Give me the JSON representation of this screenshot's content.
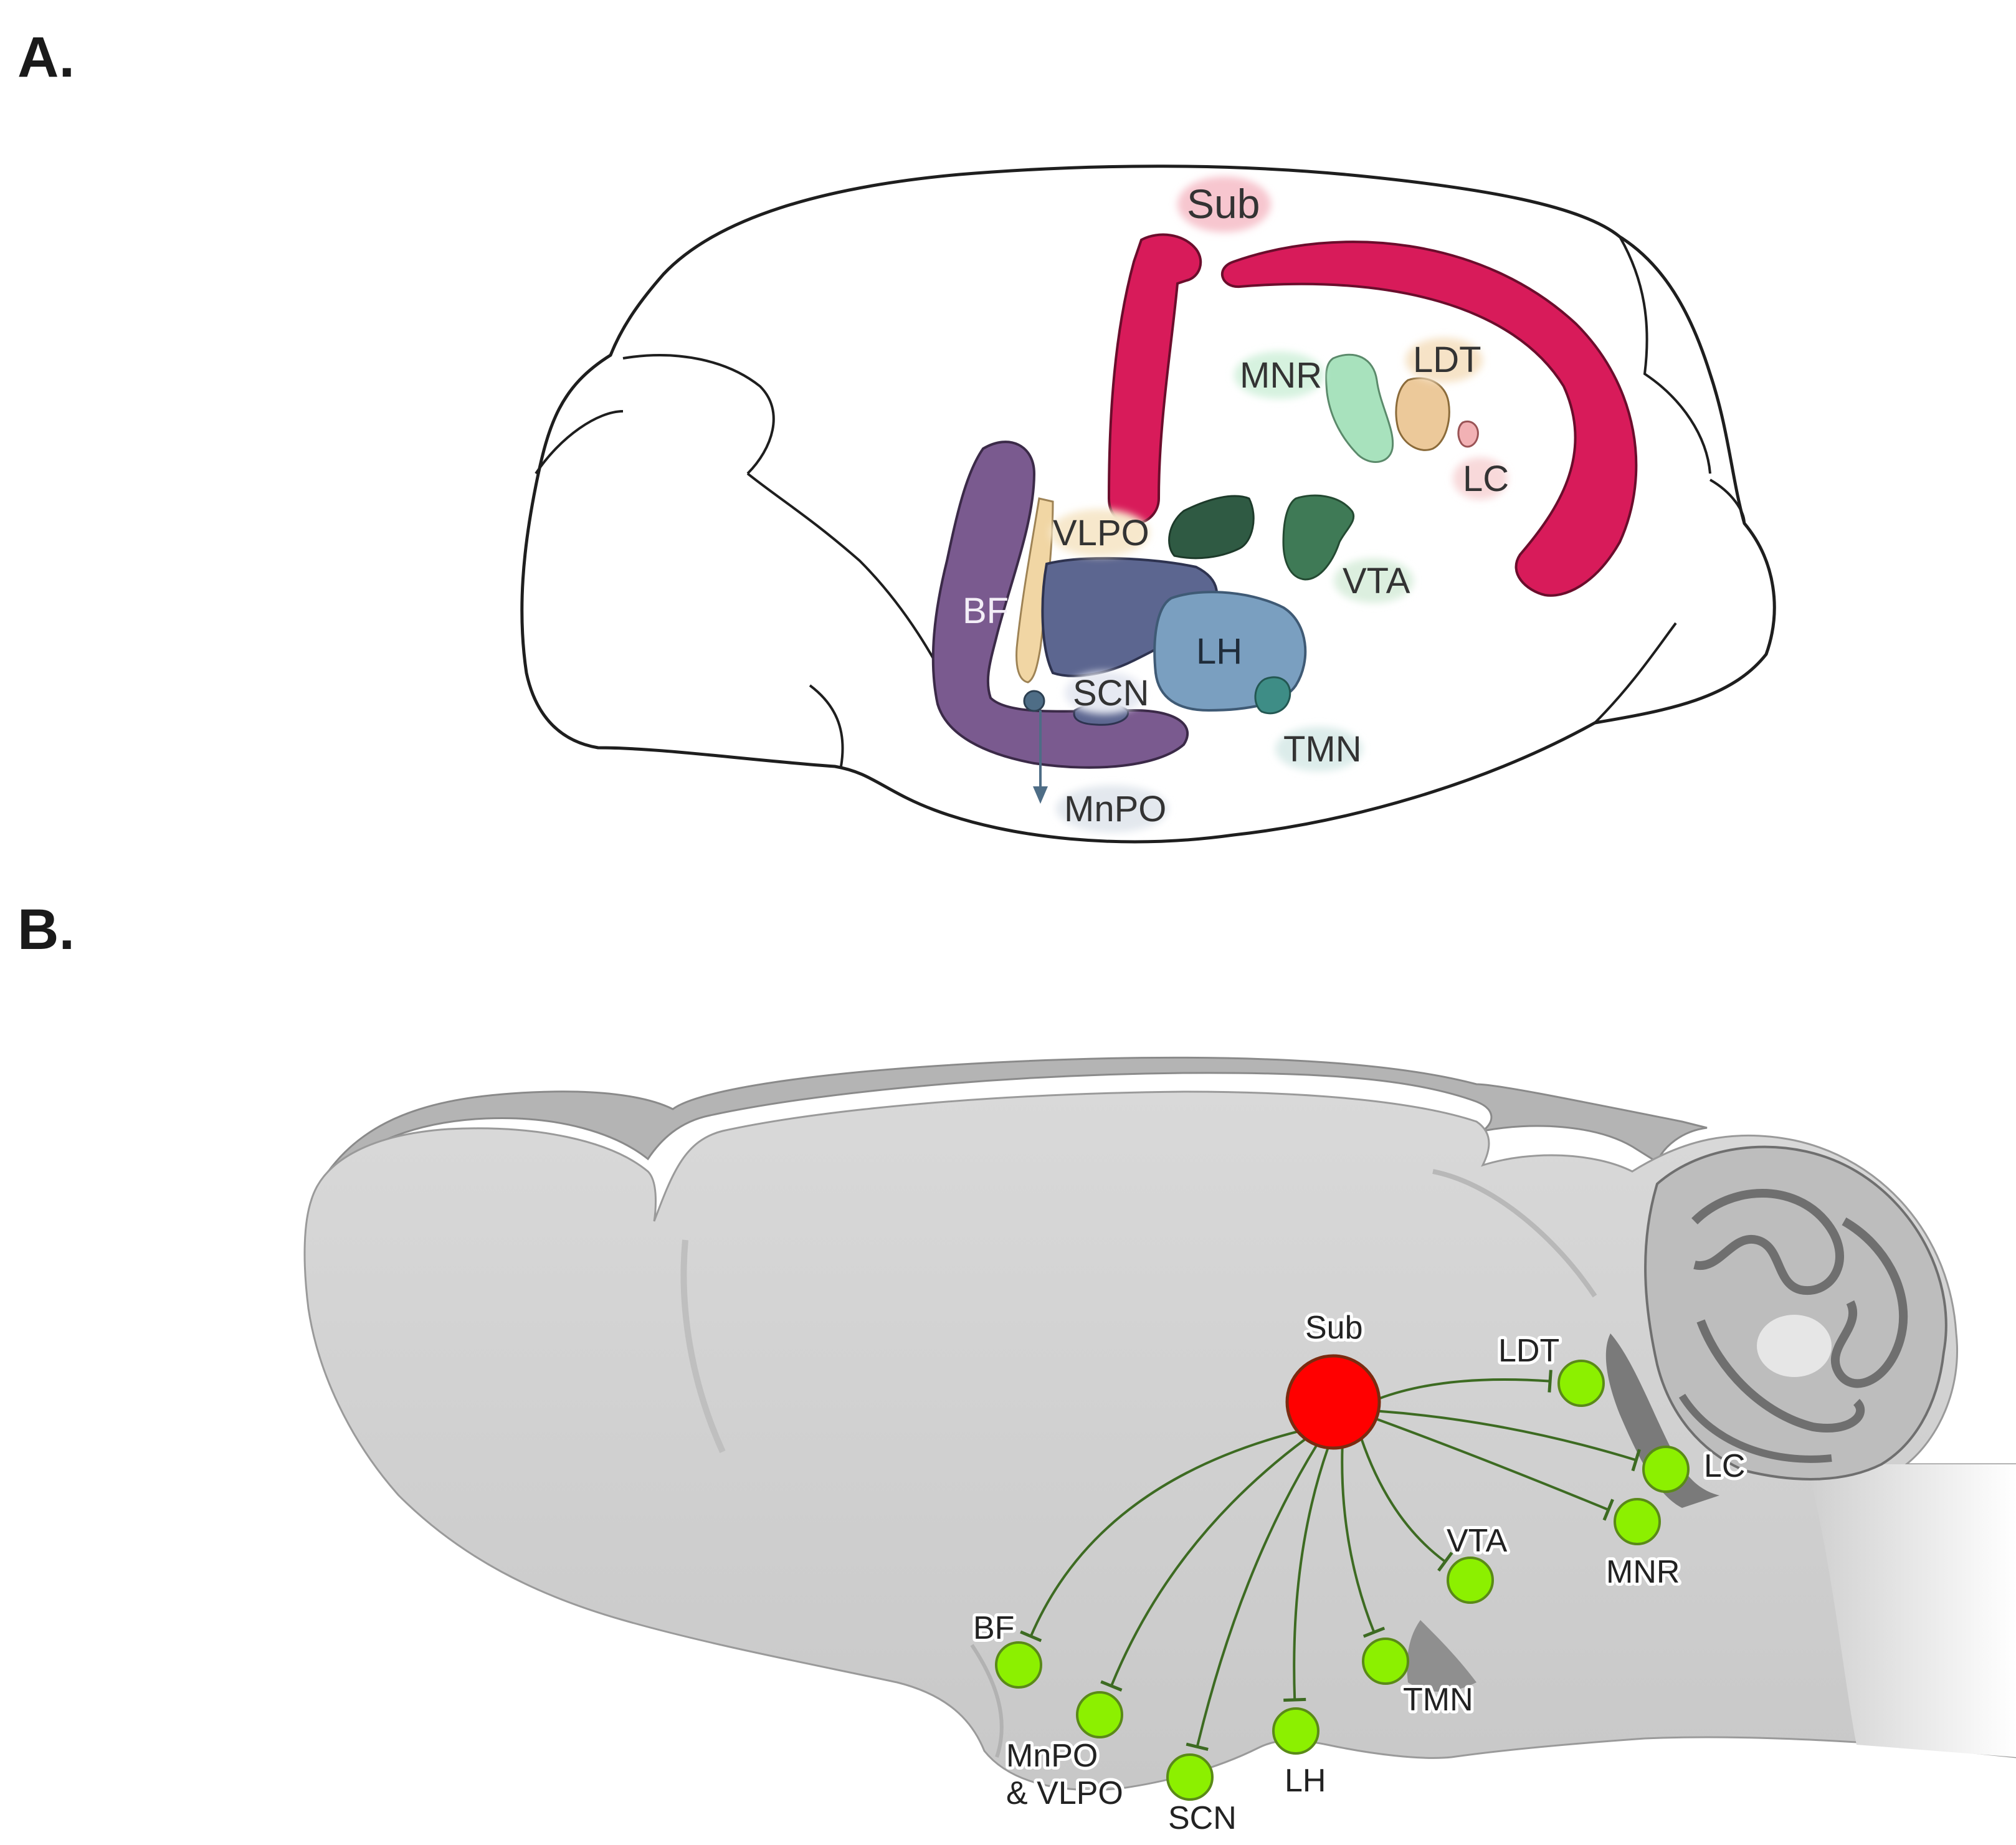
{
  "panels": {
    "a": {
      "label": "A.",
      "regions": [
        {
          "key": "sub",
          "text": "Sub",
          "color": "#d81b5a"
        },
        {
          "key": "mnr",
          "text": "MNR",
          "color": "#a8e2bd"
        },
        {
          "key": "ldt",
          "text": "LDT",
          "color": "#ecc99a"
        },
        {
          "key": "lc",
          "text": "LC",
          "color": "#f2b1b4"
        },
        {
          "key": "vlpo",
          "text": "VLPO",
          "color": "#f1d6a4"
        },
        {
          "key": "vta",
          "text": "VTA",
          "color": "#3f7a56"
        },
        {
          "key": "bf",
          "text": "BF",
          "color": "#7a5a8f"
        },
        {
          "key": "lh",
          "text": "LH",
          "color": "#7a9fc0"
        },
        {
          "key": "scn",
          "text": "SCN",
          "color": "#5c6690"
        },
        {
          "key": "tmn",
          "text": "TMN",
          "color": "#3e8d86"
        },
        {
          "key": "mnpo",
          "text": "MnPO",
          "color": "#4e6d86"
        }
      ]
    },
    "b": {
      "label": "B.",
      "source": {
        "text": "Sub",
        "color": "#ff0000"
      },
      "targets": [
        {
          "key": "ldt",
          "lines": [
            "LDT"
          ]
        },
        {
          "key": "lc",
          "lines": [
            "LC"
          ]
        },
        {
          "key": "mnr",
          "lines": [
            "MNR"
          ]
        },
        {
          "key": "vta",
          "lines": [
            "VTA"
          ]
        },
        {
          "key": "tmn",
          "lines": [
            "TMN"
          ]
        },
        {
          "key": "lh",
          "lines": [
            "LH"
          ]
        },
        {
          "key": "scn",
          "lines": [
            "SCN"
          ]
        },
        {
          "key": "mnpo",
          "lines": [
            "MnPO",
            "& VLPO"
          ]
        },
        {
          "key": "bf",
          "lines": [
            "BF"
          ]
        }
      ],
      "target_color": "#8cf000",
      "connection_color": "#3d6b22"
    }
  }
}
